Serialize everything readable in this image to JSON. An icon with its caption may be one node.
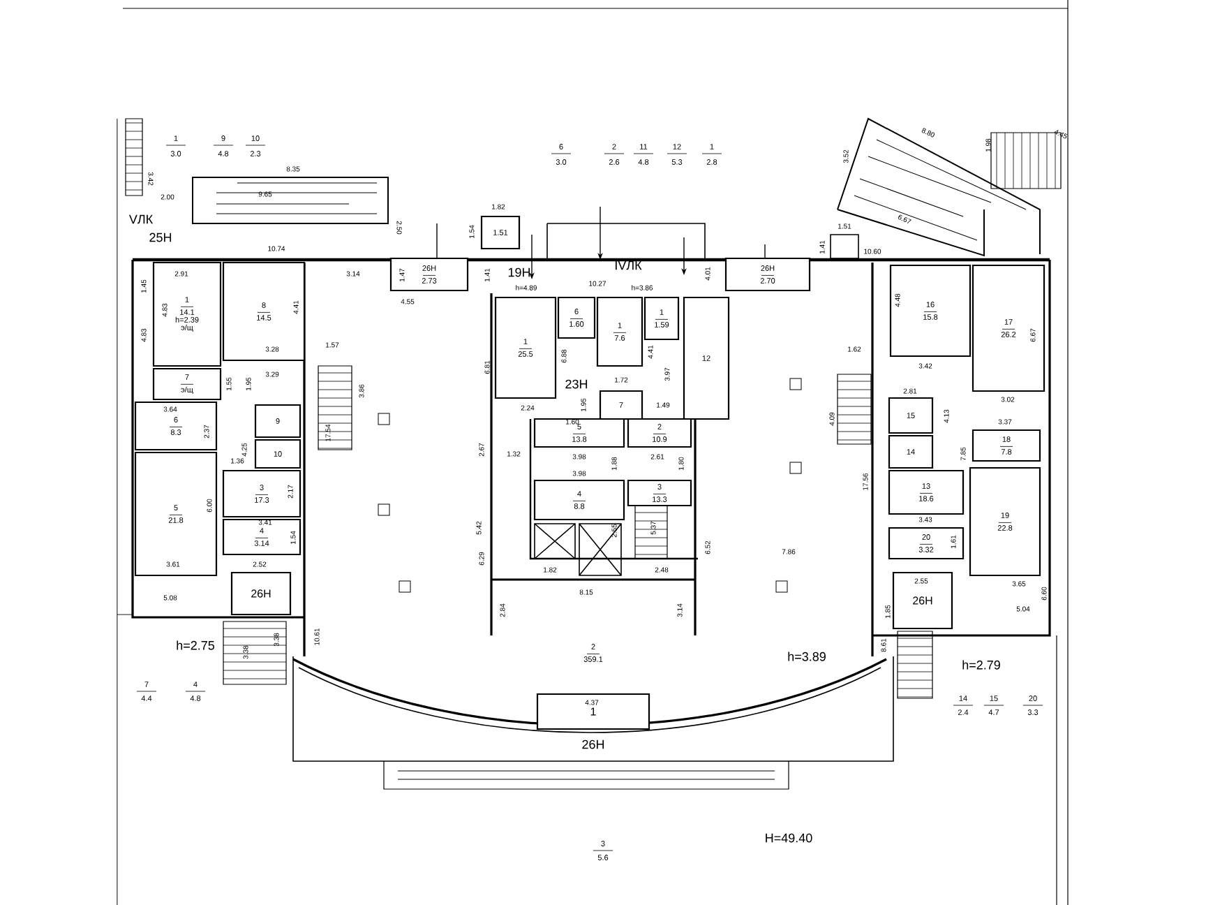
{
  "diagram": {
    "nodes": [
      {
        "text": [
          "1",
          "14.1",
          "h=2.39",
          "э/щ"
        ]
      },
      {
        "text": [
          "8",
          "14.5"
        ]
      },
      {
        "text": [
          "7",
          "э/щ"
        ]
      },
      {
        "text": [
          "6",
          "8.3"
        ]
      },
      {
        "text": [
          "5",
          "21.8"
        ]
      },
      {
        "text": [
          "9"
        ]
      },
      {
        "text": [
          "10"
        ]
      },
      {
        "text": [
          "3",
          "17.3"
        ]
      },
      {
        "text": [
          "4",
          "3.14"
        ]
      },
      {
        "text": [
          "26Н"
        ]
      },
      {
        "text": [
          "26Н",
          "2.73"
        ]
      },
      {
        "text": [
          "1",
          "25.5"
        ]
      },
      {
        "text": [
          "6",
          "1.60"
        ]
      },
      {
        "text": [
          "1",
          "7.6"
        ]
      },
      {
        "text": [
          "1",
          "1.59"
        ]
      },
      {
        "text": [
          "12"
        ]
      },
      {
        "text": [
          "5",
          "13.8"
        ]
      },
      {
        "text": [
          "2",
          "10.9"
        ]
      },
      {
        "text": [
          "4",
          "8.8"
        ]
      },
      {
        "text": [
          "3",
          "13.3"
        ]
      },
      {
        "text": [
          "2",
          "359.1"
        ]
      },
      {
        "text": [
          "1"
        ]
      },
      {
        "text": [
          "16",
          "15.8"
        ]
      },
      {
        "text": [
          "17",
          "26.2"
        ]
      },
      {
        "text": [
          "15"
        ]
      },
      {
        "text": [
          "14"
        ]
      },
      {
        "text": [
          "18",
          "7.8"
        ]
      },
      {
        "text": [
          "13",
          "18.6"
        ]
      },
      {
        "text": [
          "20",
          "3.32"
        ]
      },
      {
        "text": [
          "19",
          "22.8"
        ]
      },
      {
        "text": [
          "26Н"
        ]
      },
      {
        "text": [
          "1.51"
        ]
      },
      {
        "text": [
          "26Н",
          "2.70"
        ]
      },
      {
        "text": [
          "7"
        ]
      }
    ],
    "labels": [
      "1",
      "3.0",
      "9",
      "4.8",
      "10",
      "2.3",
      "6",
      "3.0",
      "2",
      "2.6",
      "11",
      "4.8",
      "12",
      "5.3",
      "1",
      "2.8",
      "8.80",
      "4.45",
      "3.52",
      "1.98",
      "3.42",
      "8.35",
      "9.65",
      "2.00",
      "6.67",
      "1.82",
      "2.50",
      "1.54",
      "1.51",
      "1.41",
      "VЛК",
      "25Н",
      "10.74",
      "10.60",
      "1.47",
      "1.41",
      "19Н",
      "IVЛК",
      "10.27",
      "4.01",
      "2.91",
      "3.14",
      "4.55",
      "h=4.89",
      "h=3.86",
      "1.45",
      "4.83",
      "4.83",
      "4.41",
      "4.48",
      "6.67",
      "6.81",
      "6.88",
      "23Н",
      "4.41",
      "1.95",
      "1.72",
      "3.97",
      "2.24",
      "1.60",
      "1.49",
      "3.28",
      "1.57",
      "3.86",
      "3.29",
      "1.55",
      "1.95",
      "1.62",
      "3.42",
      "4.09",
      "2.81",
      "4.13",
      "3.02",
      "3.37",
      "3.64",
      "2.37",
      "4.25",
      "1.36",
      "17.54",
      "2.67",
      "1.32",
      "3.98",
      "1.88",
      "2.61",
      "1.80",
      "7.85",
      "3.98",
      "17.56",
      "2.55",
      "5.37",
      "6.00",
      "3.41",
      "2.17",
      "3.43",
      "5.42",
      "1.54",
      "1.61",
      "6.29",
      "6.52",
      "7.86",
      "6.60",
      "3.61",
      "2.52",
      "1.82",
      "2.48",
      "2.55",
      "3.65",
      "8.15",
      "5.08",
      "5.04",
      "2.84",
      "3.14",
      "1.85",
      "3.38",
      "3.38",
      "10.61",
      "8.61",
      "h=3.89",
      "h=2.75",
      "h=2.79",
      "7",
      "4.4",
      "4",
      "4.8",
      "14",
      "2.4",
      "15",
      "4.7",
      "20",
      "3.3",
      "4.37",
      "26Н",
      "3",
      "5.6",
      "H=49.40"
    ]
  }
}
